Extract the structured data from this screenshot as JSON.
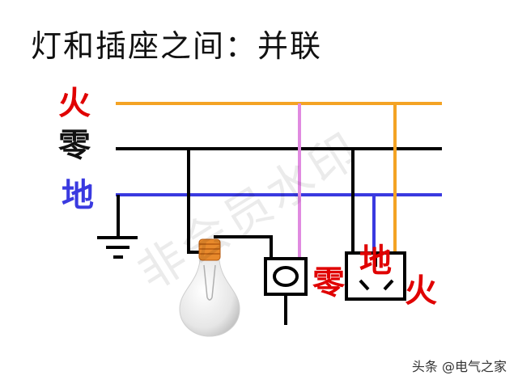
{
  "title": "灯和插座之间：并联",
  "lines": {
    "live_label": "火",
    "neutral_label": "零",
    "ground_label": "地"
  },
  "socket": {
    "neutral_label": "零",
    "ground_label": "地",
    "live_label": "火"
  },
  "watermark": "头条 @电气之家",
  "overlay_text": "非会员水印",
  "colors": {
    "live": "#f4a324",
    "neutral": "#000000",
    "ground": "#3a3ae0",
    "pink": "#e08ae0",
    "red_label": "#e00000",
    "blue_label": "#3a3ae0"
  }
}
